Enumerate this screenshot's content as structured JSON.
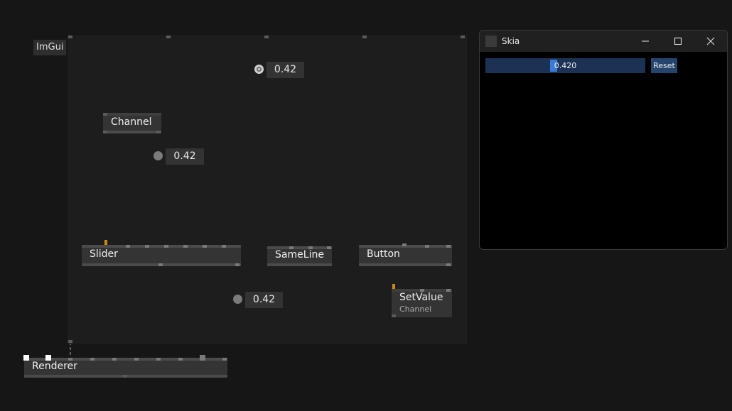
{
  "canvas": {
    "region_label": "ImGui",
    "nodes": {
      "channel": {
        "title": "Channel"
      },
      "slider": {
        "title": "Slider"
      },
      "sameline": {
        "title": "SameLine"
      },
      "button": {
        "title": "Button"
      },
      "setvalue": {
        "title": "SetValue",
        "subtitle": "Channel"
      },
      "renderer": {
        "title": "Renderer"
      }
    },
    "iobox_values": {
      "top": "0.42",
      "channel_out": "0.42",
      "slider_out": "0.42"
    },
    "colors": {
      "background": "#161616",
      "region": "#1d1d1d",
      "node": "#343434",
      "link": "#8a8a8a",
      "pin_active": "#c98a12"
    }
  },
  "skia_window": {
    "title": "Skia",
    "controls": [
      "minimize-icon",
      "maximize-icon",
      "close-icon"
    ],
    "slider_value": "0.420",
    "slider_fraction": 0.42,
    "reset_label": "Reset",
    "colors": {
      "slider_bg": "#1c3254",
      "slider_grab": "#3b7ad9",
      "button": "#25456f"
    }
  }
}
